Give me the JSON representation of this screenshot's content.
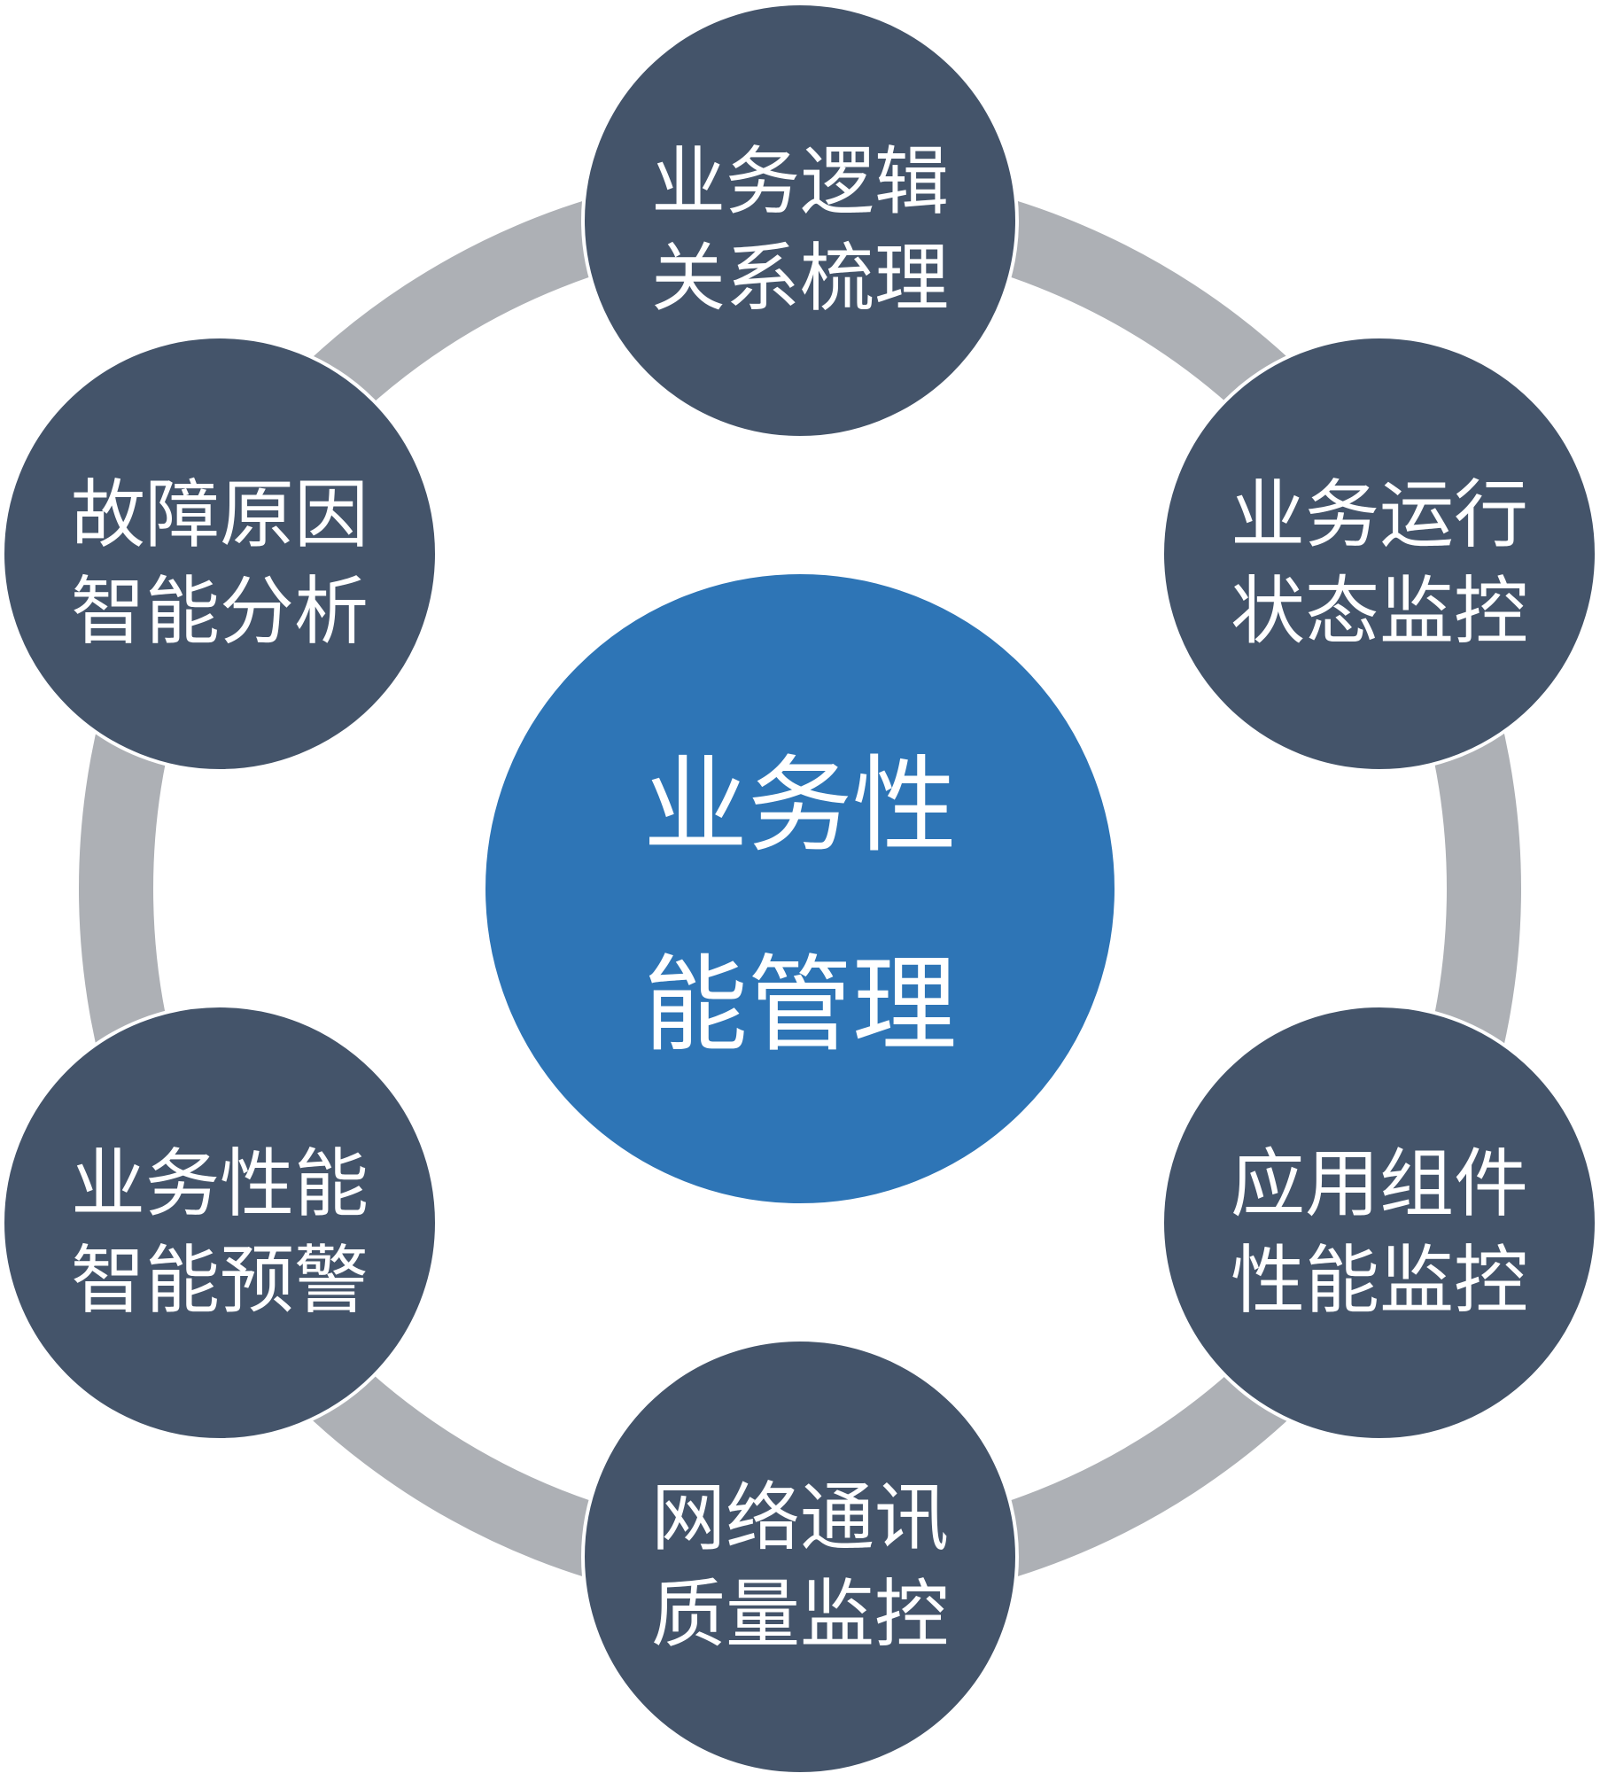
{
  "center": {
    "line1": "业务性",
    "line2": "能管理"
  },
  "nodes": [
    {
      "line1": "业务逻辑",
      "line2": "关系梳理"
    },
    {
      "line1": "业务运行",
      "line2": "状态监控"
    },
    {
      "line1": "应用组件",
      "line2": "性能监控"
    },
    {
      "line1": "网络通讯",
      "line2": "质量监控"
    },
    {
      "line1": "业务性能",
      "line2": "智能预警"
    },
    {
      "line1": "故障原因",
      "line2": "智能分析"
    }
  ],
  "colors": {
    "ring": "#adb0b5",
    "node_fill": "#44546a",
    "center_fill": "#2e75b6",
    "outline": "#ffffff",
    "text": "#ffffff"
  }
}
